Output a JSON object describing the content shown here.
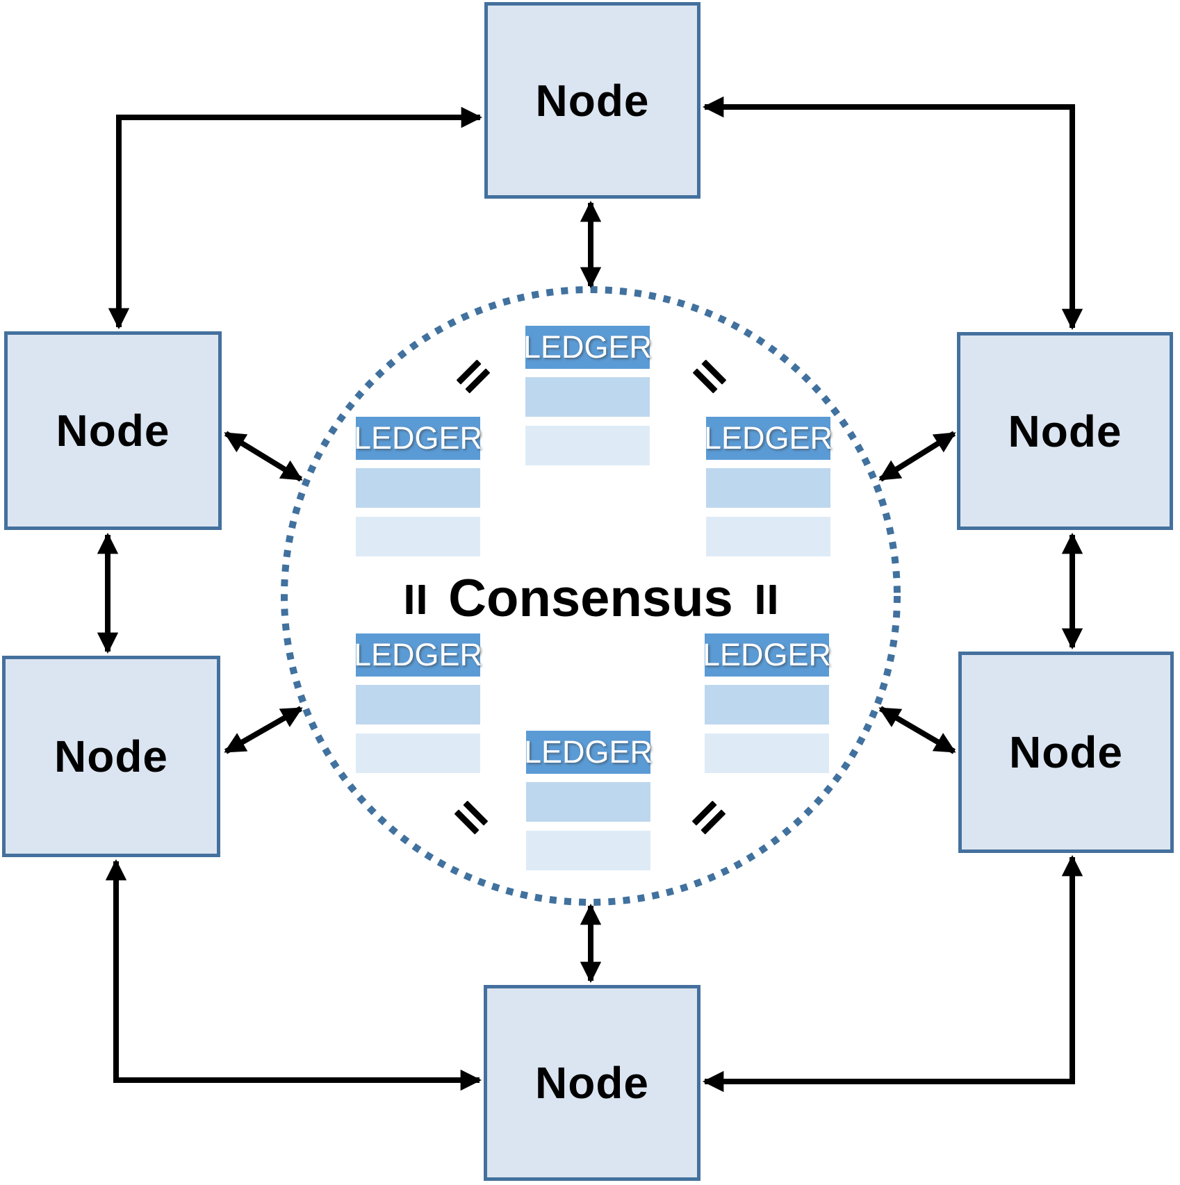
{
  "nodes": [
    {
      "position": "top",
      "label": "Node"
    },
    {
      "position": "upper-left",
      "label": "Node"
    },
    {
      "position": "upper-right",
      "label": "Node"
    },
    {
      "position": "lower-left",
      "label": "Node"
    },
    {
      "position": "lower-right",
      "label": "Node"
    },
    {
      "position": "bottom",
      "label": "Node"
    }
  ],
  "consensus_ring": {
    "label": "Consensus",
    "equals_symbol": "=",
    "ledgers": [
      {
        "position": "top",
        "label": "LEDGER"
      },
      {
        "position": "upper-left",
        "label": "LEDGER"
      },
      {
        "position": "upper-right",
        "label": "LEDGER"
      },
      {
        "position": "lower-left",
        "label": "LEDGER"
      },
      {
        "position": "lower-right",
        "label": "LEDGER"
      },
      {
        "position": "bottom",
        "label": "LEDGER"
      }
    ]
  },
  "colors": {
    "node-fill": "#dbe5f1",
    "node-border": "#44709d",
    "ledger-header": "#5b9bd5",
    "ledger-row-medium": "#bdd7ee",
    "ledger-row-light": "#deebf7",
    "ring-dots": "#41719e",
    "arrow": "#000000",
    "text": "#000000",
    "ledger-text": "#ffffff"
  }
}
